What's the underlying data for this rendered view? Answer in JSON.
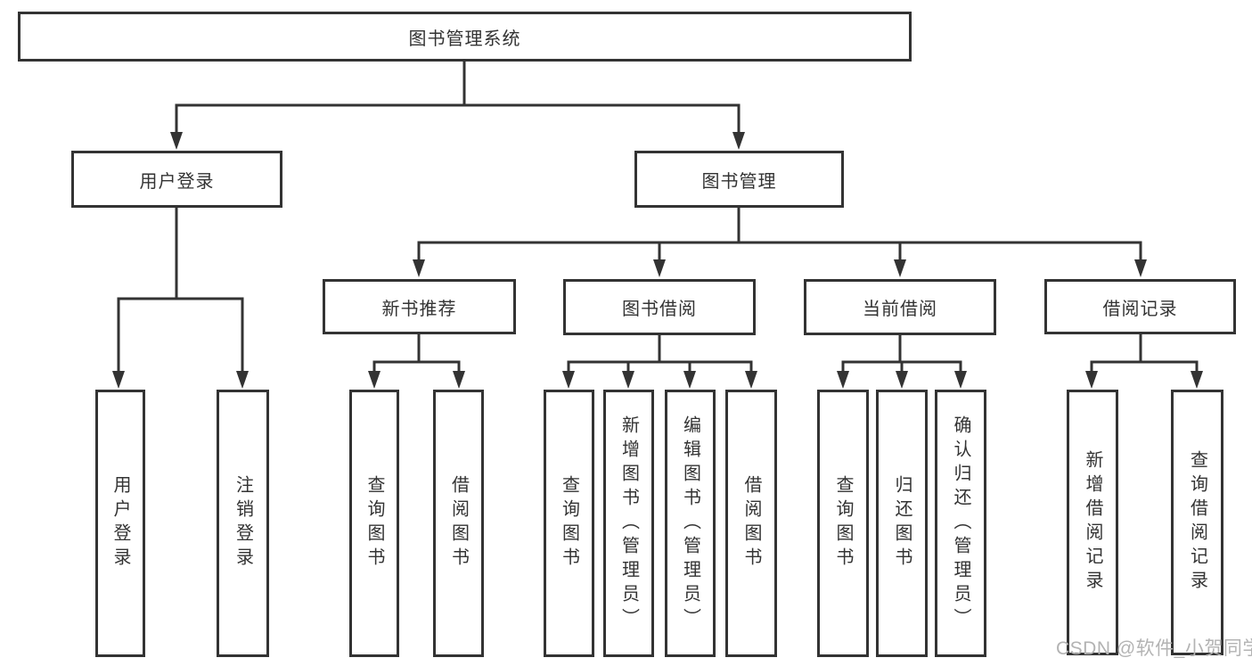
{
  "tree": {
    "root": "图书管理系统",
    "branches": [
      {
        "label": "用户登录",
        "children": [
          "用户登录",
          "注销登录"
        ]
      },
      {
        "label": "图书管理",
        "groups": [
          {
            "label": "新书推荐",
            "children": [
              "查询图书",
              "借阅图书"
            ]
          },
          {
            "label": "图书借阅",
            "children": [
              "查询图书",
              "新增图书（管理员）",
              "编辑图书（管理员）",
              "借阅图书"
            ]
          },
          {
            "label": "当前借阅",
            "children": [
              "查询图书",
              "归还图书",
              "确认归还（管理员）"
            ]
          },
          {
            "label": "借阅记录",
            "children": [
              "新增借阅记录",
              "查询借阅记录"
            ]
          }
        ]
      }
    ]
  },
  "watermark": {
    "text": "CSDN @软件_小贺同学"
  },
  "colors": {
    "line": "#333333",
    "box_border": "#333333",
    "box_fill": "#ffffff",
    "text": "#333333",
    "watermark": "#b3b3b3",
    "background": "#ffffff"
  }
}
